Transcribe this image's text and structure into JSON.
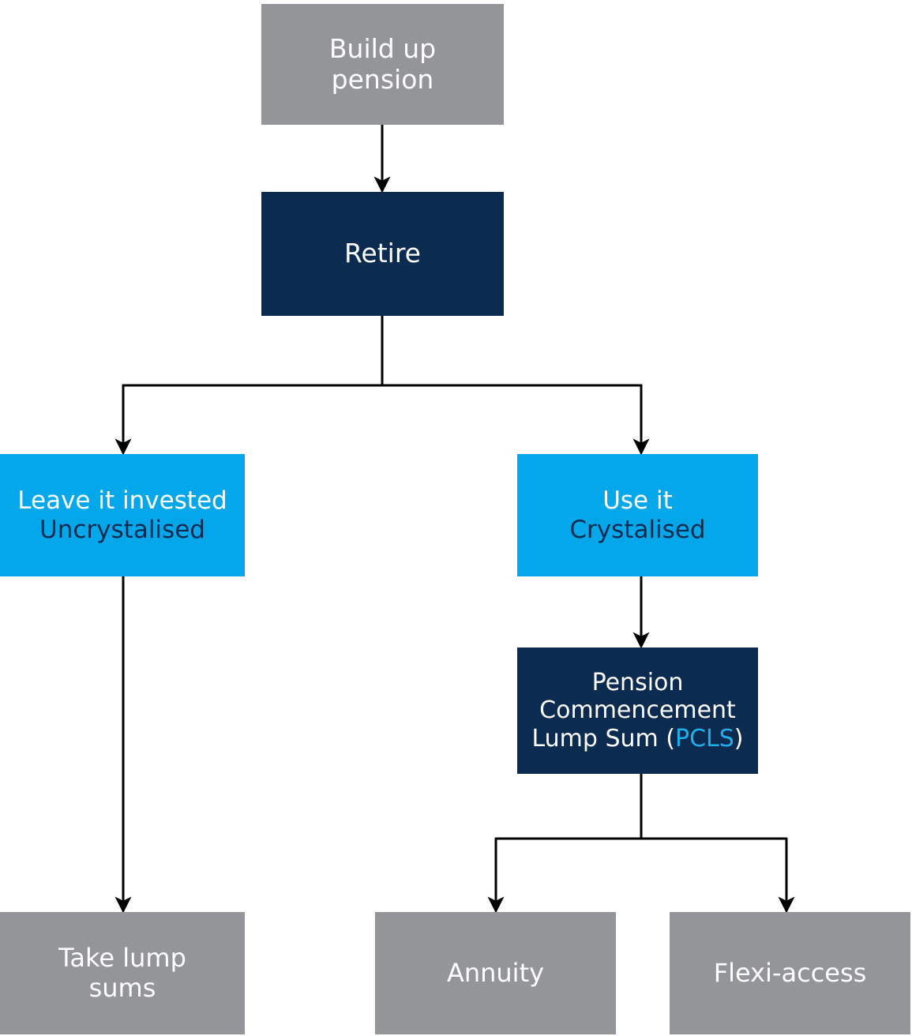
{
  "diagram": {
    "title": "Pension retirement options flowchart",
    "palette": {
      "grey": "#939598",
      "navy": "#0c2b50",
      "cyan": "#04a8ea",
      "accent_text_cyan": "#1fb0ec",
      "white": "#ffffff",
      "connector": "#000000",
      "background": "#ffffff"
    },
    "nodes": {
      "build_up": {
        "line1": "Build up",
        "line2": "pension"
      },
      "retire": {
        "line1": "Retire"
      },
      "leave_invested": {
        "line1": "Leave it invested",
        "line2": "Uncrystalised"
      },
      "use_it": {
        "line1": "Use it",
        "line2": "Crystalised"
      },
      "pcls": {
        "line1": "Pension",
        "line2": "Commencement",
        "line3a": "Lump Sum (",
        "line3b": "PCLS",
        "line3c": ")"
      },
      "take_lump_sums": {
        "line1": "Take lump",
        "line2": "sums"
      },
      "annuity": {
        "line1": "Annuity"
      },
      "flexi_access": {
        "line1": "Flexi-access"
      }
    }
  }
}
